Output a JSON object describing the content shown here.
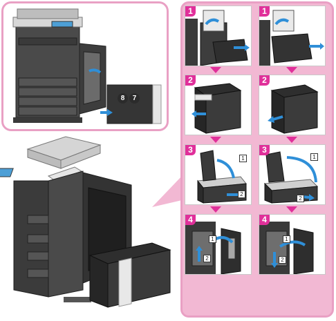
{
  "overview": {
    "callouts": [
      "8",
      "7"
    ]
  },
  "steps": [
    {
      "number": "1",
      "callouts": []
    },
    {
      "number": "1",
      "callouts": []
    },
    {
      "number": "2",
      "callouts": []
    },
    {
      "number": "2",
      "callouts": []
    },
    {
      "number": "3",
      "callouts": [
        "1",
        "2"
      ]
    },
    {
      "number": "3",
      "callouts": [
        "1",
        "2"
      ]
    },
    {
      "number": "4",
      "callouts": [
        "1",
        "2"
      ]
    },
    {
      "number": "4",
      "callouts": [
        "1",
        "2"
      ]
    }
  ],
  "colors": {
    "accent": "#e0309a",
    "frame": "#e9a0c4",
    "frame_fill": "#f2b8d3",
    "motion_arrow": "#2f8fd8"
  }
}
